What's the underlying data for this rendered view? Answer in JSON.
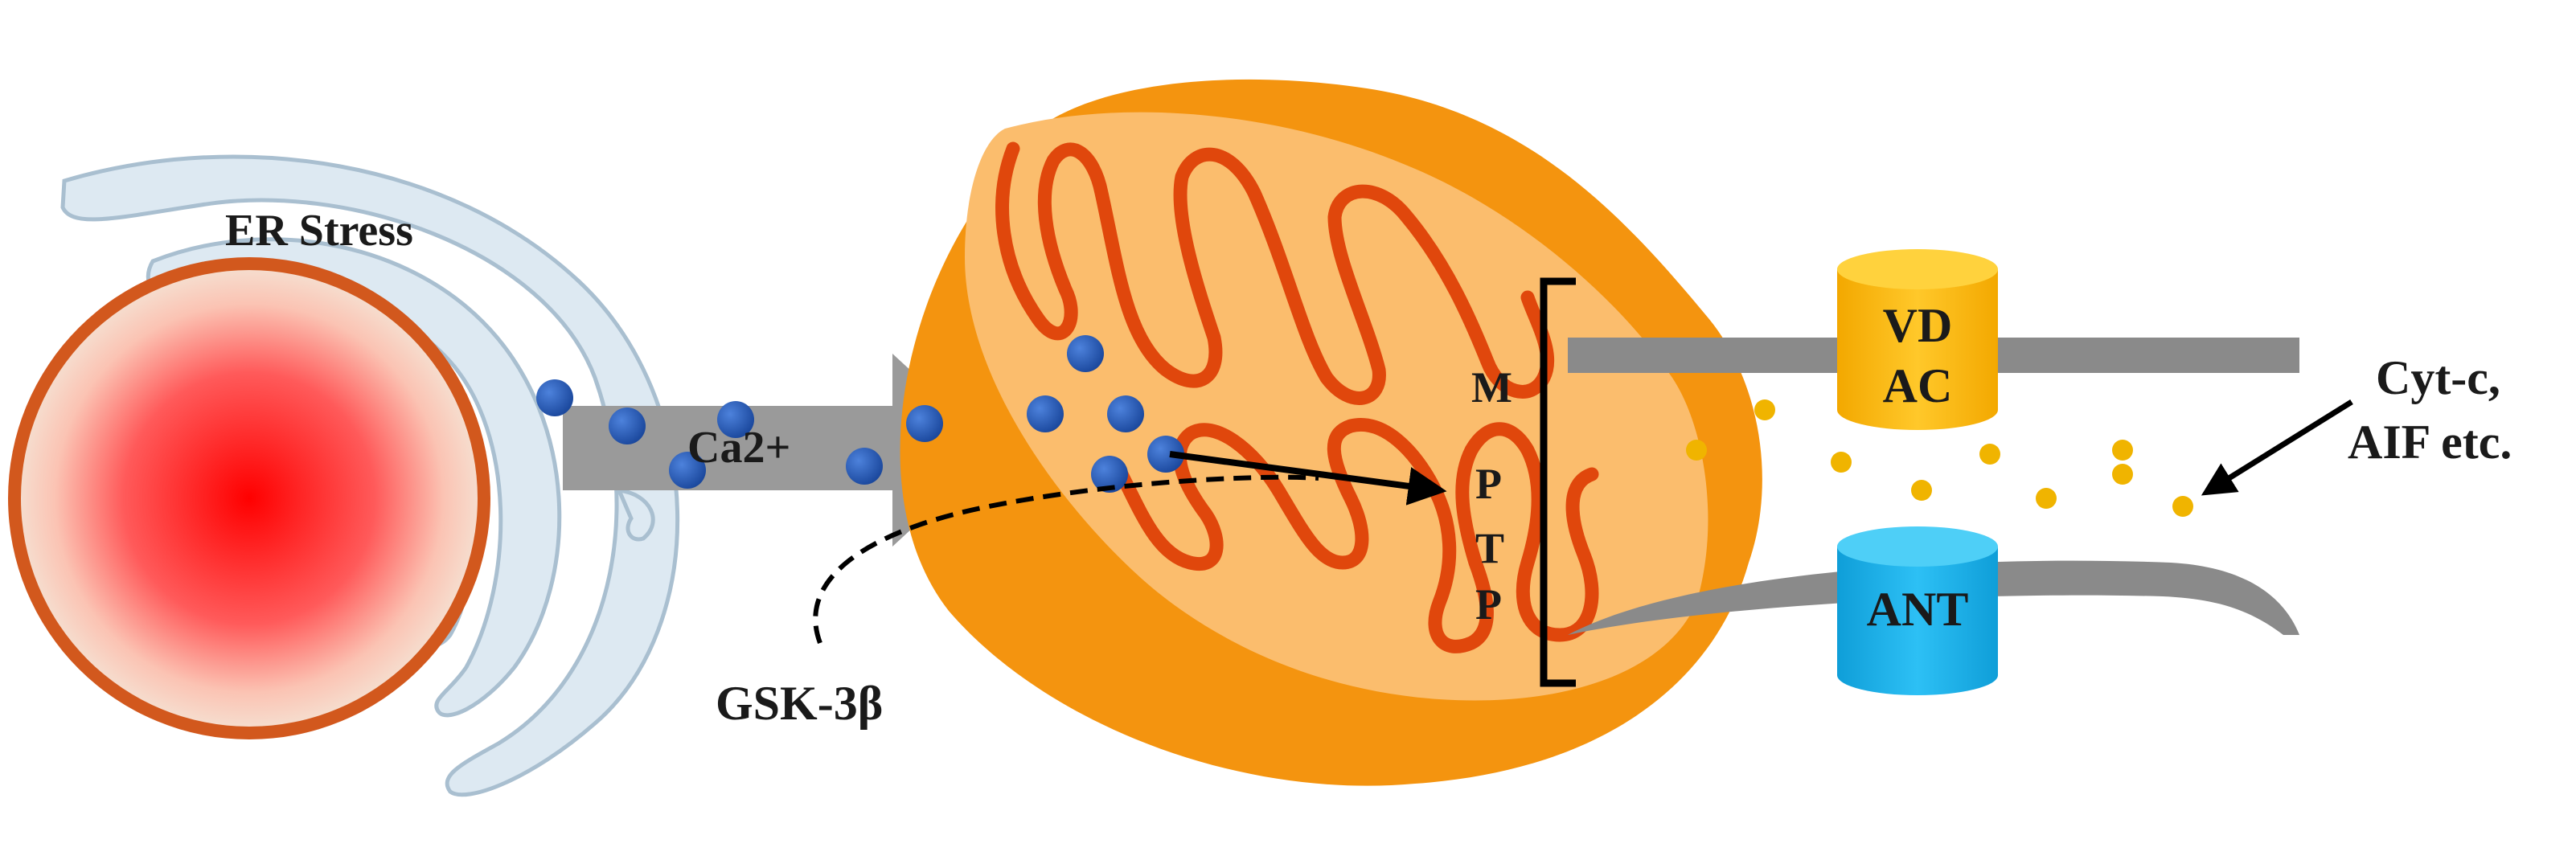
{
  "labels": {
    "er_stress": "ER Stress",
    "calcium": "Ca2+",
    "gsk": "GSK-3β",
    "mptp": [
      "M",
      "P",
      "T",
      "P"
    ],
    "vdac_line1": "VD",
    "vdac_line2": "AC",
    "ant": "ANT",
    "released_line1": "Cyt-c,",
    "released_line2": "AIF etc."
  },
  "colors": {
    "nucleus_center": "#ff0000",
    "nucleus_edge": "#d2581d",
    "er_membrane": "#dde9f2",
    "er_outline": "#a9bfd0",
    "calcium_ion": "#1f55b5",
    "flux_arrow": "#9a9a9a",
    "mitochondrion_outer": "#f4940f",
    "mitochondrion_inner": "#fbbd6d",
    "cristae": "#e0470c",
    "vdac": "#f7b200",
    "ant": "#13a9e6",
    "membrane_bar": "#8a8a8a",
    "released_particles": "#f0b400"
  }
}
